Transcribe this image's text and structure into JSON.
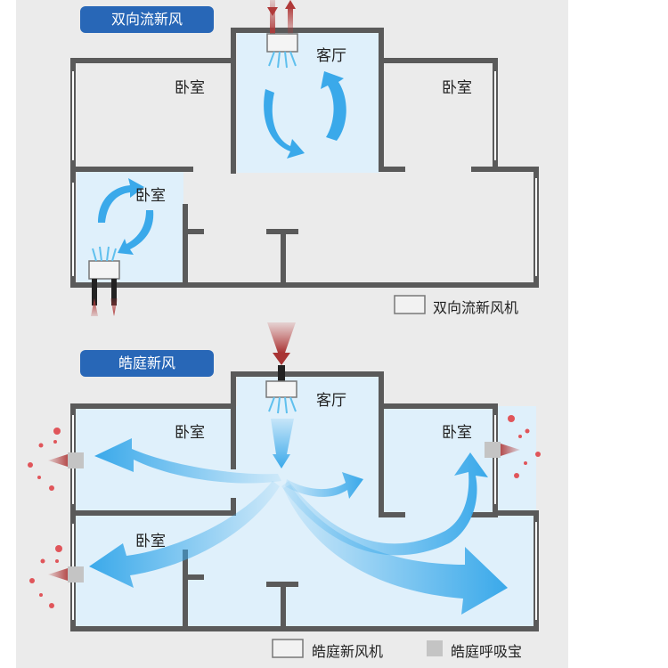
{
  "top_diagram": {
    "badge": "双向流新风",
    "rooms": [
      "卧室",
      "客厅",
      "卧室",
      "卧室"
    ],
    "legend": "双向流新风机"
  },
  "bottom_diagram": {
    "badge": "皓庭新风",
    "rooms": [
      "卧室",
      "客厅",
      "卧室",
      "卧室"
    ],
    "legend_unit": "皓庭新风机",
    "legend_vent": "皓庭呼吸宝"
  },
  "colors": {
    "badge": "#2867b7",
    "wall": "#5a5a5a",
    "floor": "#ebebeb",
    "airflow": "#3aa9ea",
    "fresh_room": "#dff0fb",
    "exhaust": "#b03a3a"
  }
}
